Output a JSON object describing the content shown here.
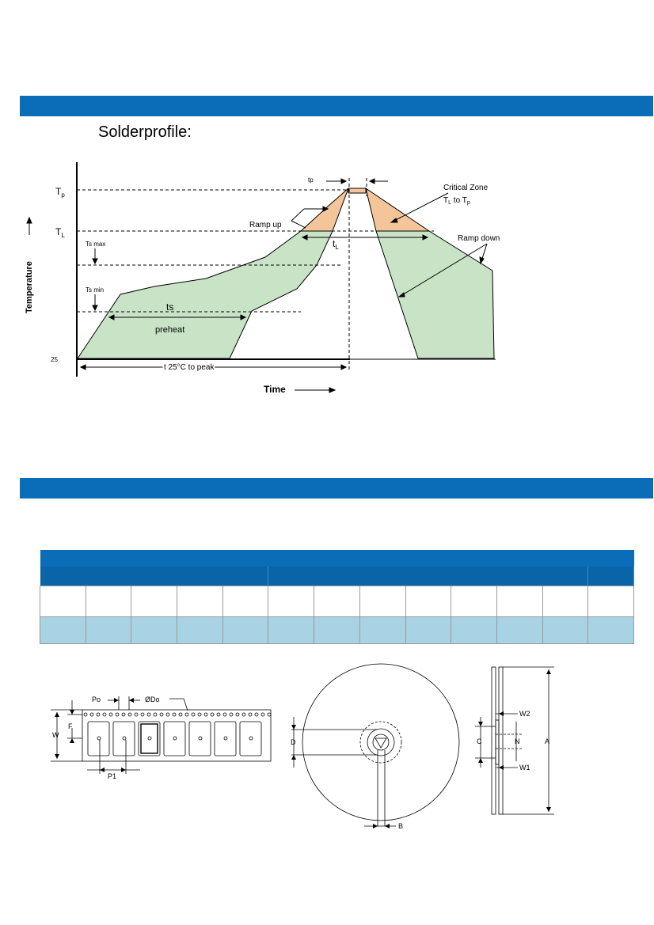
{
  "section_title": "Solderprofile:",
  "solder_profile": {
    "y_axis_label": "Temperature",
    "x_axis_label": "Time",
    "y_ticks": {
      "tp": "T",
      "tp_sub": "p",
      "tl": "T",
      "tl_sub": "L",
      "ts_max": "Ts max",
      "ts_min": "Ts min",
      "t25": "25"
    },
    "annotations": {
      "tp_time": "tp",
      "critical_zone": "Critical Zone",
      "critical_range": "T",
      "critical_range_sub1": "L",
      "critical_range_mid": " to T",
      "critical_range_sub2": "p",
      "ramp_up": "Ramp up",
      "ramp_down": "Ramp down",
      "tl_time": "t",
      "tl_time_sub": "L",
      "ts": "ts",
      "preheat": "preheat",
      "t25_to_peak": "t 25°C to peak"
    },
    "colors": {
      "preheat_zone": "#c9e3c6",
      "critical_zone": "#f5c59a",
      "outline": "#000000"
    }
  },
  "tape_reel_table": {
    "columns": 13,
    "header_groups": [
      5,
      7,
      1
    ],
    "header_color": "#0b6db7",
    "value_row_color": "#a8d3e4"
  },
  "tape_diagram": {
    "labels": {
      "po": "Po",
      "do": "ØDo",
      "f": "F",
      "w": "W",
      "p1": "P1"
    }
  },
  "reel_front": {
    "labels": {
      "d": "D",
      "b": "B"
    }
  },
  "reel_side": {
    "labels": {
      "w2": "W2",
      "c": "C",
      "n": "N",
      "a": "A",
      "w1": "W1"
    }
  }
}
